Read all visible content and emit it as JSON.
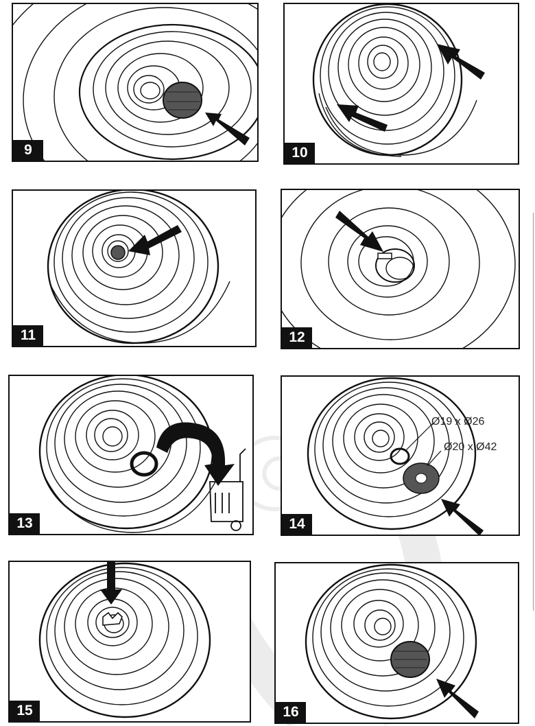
{
  "steps": [
    {
      "number": "9"
    },
    {
      "number": "10"
    },
    {
      "number": "11"
    },
    {
      "number": "12"
    },
    {
      "number": "13"
    },
    {
      "number": "14",
      "dimensions": [
        "Ø19 x Ø26",
        "Ø20 x Ø42"
      ]
    },
    {
      "number": "15"
    },
    {
      "number": "16"
    }
  ],
  "colors": {
    "line": "#111111",
    "background": "#ffffff",
    "part_fill": "#555555",
    "watermark": "#ececec"
  }
}
